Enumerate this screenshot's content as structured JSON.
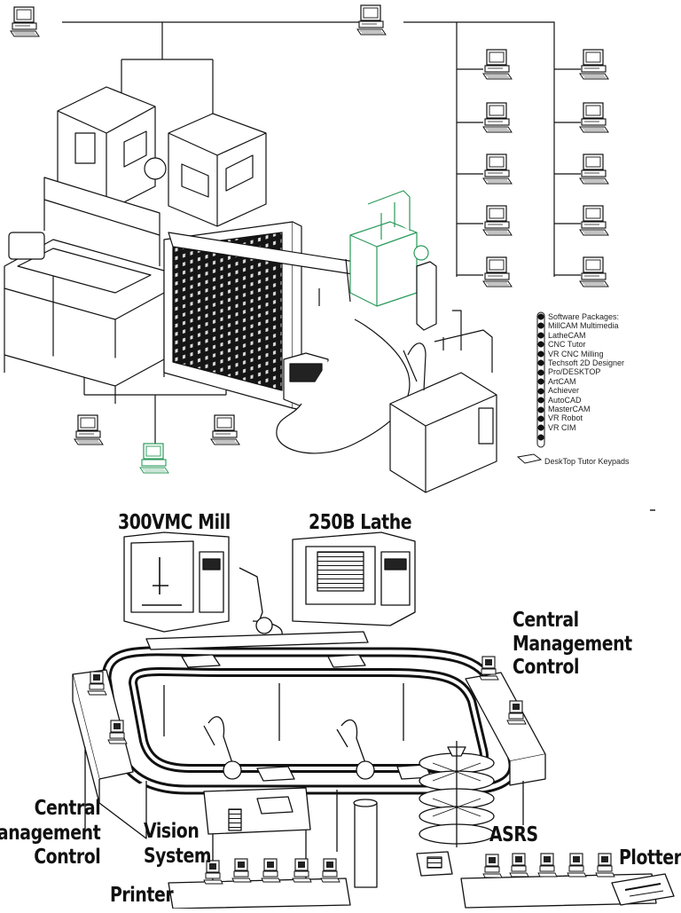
{
  "software": {
    "heading": "Software Packages:",
    "items": [
      "MillCAM  Multimedia",
      "LatheCAM",
      "CNC Tutor",
      "VR CNC Milling",
      "Techsoft 2D Designer",
      "Pro/DESKTOP",
      "ArtCAM",
      "Achiever",
      "AutoCAD",
      "MasterCAM",
      "VR Robot",
      "VR CIM"
    ],
    "keypad_caption": "DeskTop Tutor Keypads"
  },
  "labels": {
    "mill": "300VMC Mill",
    "lathe": "250B Lathe",
    "cmc_right": [
      "Central",
      "Management",
      "Control"
    ],
    "cmc_left": [
      "Central",
      "Management",
      "Control"
    ],
    "vision": [
      "Vision",
      "System"
    ],
    "asrs": "ASRS",
    "plotter": "Plotter",
    "printer": "Printer"
  },
  "colors": {
    "line": "#111111",
    "green": "#2a9a5a",
    "fill": "#ffffff",
    "dark": "#151515"
  },
  "icons": [
    "computer-workstation-icon",
    "keypad-icon"
  ]
}
